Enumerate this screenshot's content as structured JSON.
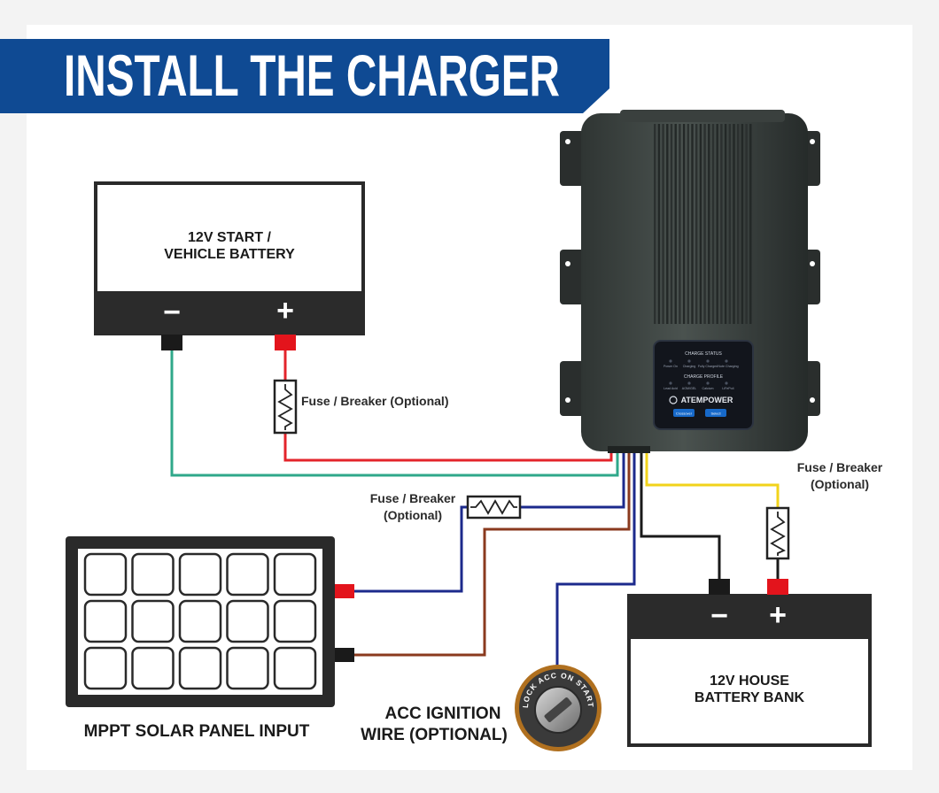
{
  "header": {
    "title": "INSTALL THE CHARGER"
  },
  "colors": {
    "banner": "#0f4a93",
    "wire_red": "#e3242b",
    "wire_green": "#2fa88a",
    "wire_blue": "#1c2a8c",
    "wire_brown": "#8a3a1e",
    "wire_yellow": "#f2d31b",
    "wire_black": "#1a1a1a",
    "terminal_red": "#e3141c"
  },
  "start_battery": {
    "label_line1": "12V START /",
    "label_line2": "VEHICLE BATTERY",
    "minus": "−",
    "plus": "+"
  },
  "house_battery": {
    "label_line1": "12V HOUSE",
    "label_line2": "BATTERY BANK",
    "minus": "−",
    "plus": "+"
  },
  "fuses": {
    "start_label": "Fuse / Breaker (Optional)",
    "solar_label_line1": "Fuse / Breaker",
    "solar_label_line2": "(Optional)",
    "house_label_line1": "Fuse / Breaker",
    "house_label_line2": "(Optional)"
  },
  "solar": {
    "label": "MPPT SOLAR PANEL INPUT"
  },
  "ignition": {
    "label_line1": "ACC IGNITION",
    "label_line2": "WIRE (OPTIONAL)",
    "ring_text": "LOCK ACC ON START"
  },
  "charger": {
    "brand": "ATEMPOWER",
    "status_title": "CHARGE STATUS",
    "status_items": [
      "Power On",
      "Charging",
      "Fully Charged",
      "Note Charging"
    ],
    "profile_title": "CHARGE PROFILE",
    "profile_items": [
      "Lead Acid",
      "AGM/GEL",
      "Calcium",
      "LiFePo4"
    ],
    "button_left": "Crossover",
    "button_right": "Select"
  }
}
